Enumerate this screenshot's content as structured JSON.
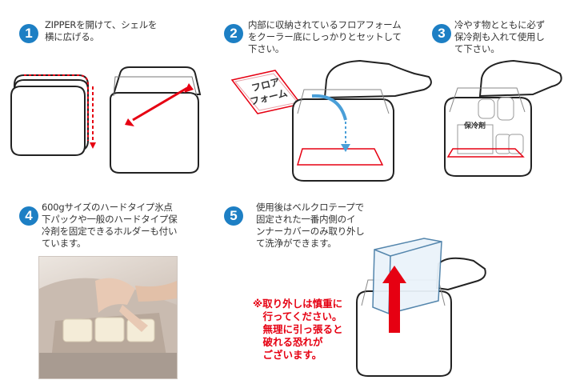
{
  "steps": [
    {
      "number": "1",
      "text": "ZIPPERを開けて、シェルを\n横に広げる。"
    },
    {
      "number": "2",
      "text": "内部に収納されているフロアフォーム\nをクーラー底にしっかりとセットして\n下さい。"
    },
    {
      "number": "3",
      "text": "冷やす物とともに必ず\n保冷剤も入れて使用し\nて下さい。"
    },
    {
      "number": "4",
      "text": "600gサイズのハードタイプ氷点\n下パックや一般のハードタイプ保\n冷剤を固定できるホルダーも付い\nています。"
    },
    {
      "number": "5",
      "text": "使用後はベルクロテープで\n固定された一番内側のイ\nンナーカバーのみ取り外し\nて洗浄ができます。"
    }
  ],
  "labels": {
    "floor_foam": "フロア\nフォーム",
    "floor_foam_line1": "フロア",
    "floor_foam_line2": "フォーム",
    "ice_pack": "保冷剤"
  },
  "warning": "※取り外しは慎重に\n　行ってください。\n　無理に引っ張ると\n　破れる恐れが\n　ございます。",
  "colors": {
    "badge": "#1d7fc4",
    "accent_red": "#e60012",
    "arrow_blue": "#4a9fd8"
  }
}
